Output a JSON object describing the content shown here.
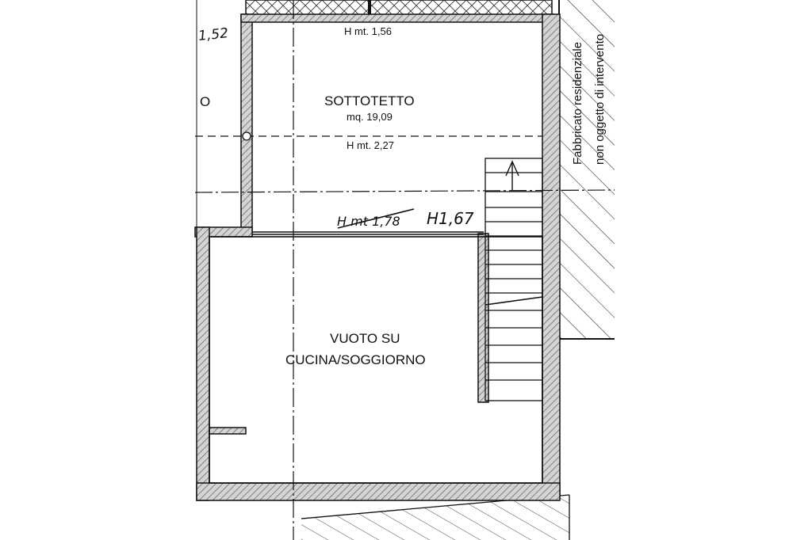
{
  "rooms": {
    "attic": {
      "name": "SOTTOTETTO",
      "area": "mq. 19,09",
      "height_top": "H mt. 1,56",
      "height_mid": "H mt. 2,27"
    },
    "void": {
      "line1": "VUOTO SU",
      "line2": "CUCINA/SOGGIORNO"
    }
  },
  "annotations": {
    "handwritten_height_struck": "H mt 1,78",
    "handwritten_height": "H1,67",
    "handwritten_corner": "1,52",
    "left_partial": "O",
    "neighbor_line1": "Fabbricato residenziale",
    "neighbor_line2": "non oggetto di intervento"
  },
  "colors": {
    "wall_fill": "#cfcfcf",
    "line": "#111111",
    "paper": "#ffffff"
  }
}
